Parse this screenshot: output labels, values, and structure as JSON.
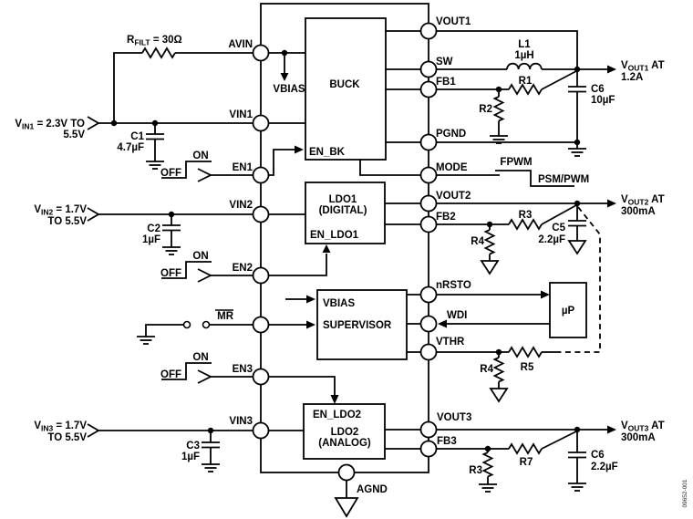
{
  "figure": {
    "watermark": "09652-001"
  },
  "ic": {
    "pins": {
      "left": [
        "AVIN",
        "VIN1",
        "EN1",
        "VIN2",
        "EN2",
        "MR",
        "EN3",
        "VIN3"
      ],
      "right": [
        "VOUT1",
        "SW",
        "FB1",
        "PGND",
        "MODE",
        "VOUT2",
        "FB2",
        "nRSTO",
        "WDI",
        "VTHR",
        "VOUT3",
        "FB3"
      ],
      "bottom": [
        "AGND"
      ]
    },
    "blocks": {
      "buck": {
        "title": "BUCK",
        "enable": "EN_BK"
      },
      "ldo1": {
        "title": "LDO1",
        "subtitle": "(DIGITAL)",
        "enable": "EN_LDO1"
      },
      "supervisor": {
        "line1": "VBIAS",
        "line2": "SUPERVISOR"
      },
      "ldo2": {
        "title": "LDO2",
        "subtitle": "(ANALOG)",
        "enable": "EN_LDO2"
      },
      "vbias_tap": "VBIAS"
    }
  },
  "external": {
    "micro": {
      "label": "µP"
    },
    "inputs": {
      "vin1": {
        "sym": "V",
        "sub": "IN1",
        "eq": " = 2.3V TO",
        "line2": "5.5V"
      },
      "vin2": {
        "sym": "V",
        "sub": "IN2",
        "eq": " = 1.7V",
        "line2": "TO 5.5V"
      },
      "vin3": {
        "sym": "V",
        "sub": "IN3",
        "eq": " = 1.7V",
        "line2": "TO 5.5V"
      }
    },
    "outputs": {
      "vout1": {
        "sym": "V",
        "sub": "OUT1",
        "suffix": " AT",
        "line2": "1.2A"
      },
      "vout2": {
        "sym": "V",
        "sub": "OUT2",
        "suffix": " AT",
        "line2": "300mA"
      },
      "vout3": {
        "sym": "V",
        "sub": "OUT3",
        "suffix": " AT",
        "line2": "300mA"
      }
    },
    "components": {
      "rfilt": {
        "sym": "R",
        "sub": "FILT",
        "eq": " = 30Ω"
      },
      "c1": {
        "ref": "C1",
        "val": "4.7µF"
      },
      "c2": {
        "ref": "C2",
        "val": "1µF"
      },
      "c3": {
        "ref": "C3",
        "val": "1µF"
      },
      "c5": {
        "ref": "C5",
        "val": "2.2µF"
      },
      "c6a": {
        "ref": "C6",
        "val": "10µF"
      },
      "c6b": {
        "ref": "C6",
        "val": "2.2µF"
      },
      "l1": {
        "ref": "L1",
        "val": "1µH"
      },
      "r1": {
        "ref": "R1"
      },
      "r2": {
        "ref": "R2"
      },
      "r3a": {
        "ref": "R3"
      },
      "r4a": {
        "ref": "R4"
      },
      "r4b": {
        "ref": "R4"
      },
      "r5": {
        "ref": "R5"
      },
      "r3b": {
        "ref": "R3"
      },
      "r7": {
        "ref": "R7"
      }
    },
    "switches": {
      "on": "ON",
      "off": "OFF",
      "mr": "MR",
      "mode_high": "FPWM",
      "mode_low": "PSM/PWM"
    }
  }
}
